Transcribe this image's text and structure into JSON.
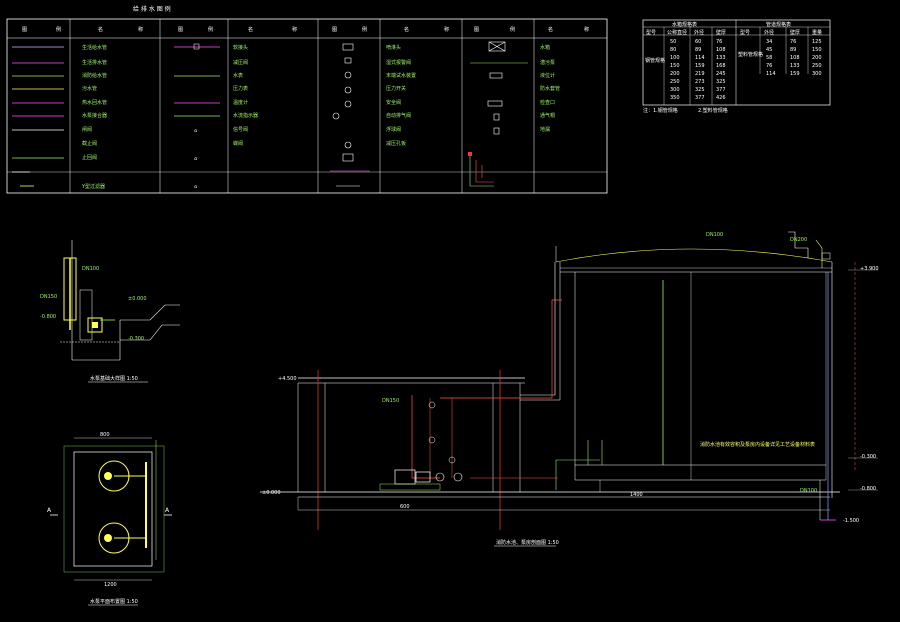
{
  "legend": {
    "title": "给 排 水 图 例",
    "headers": [
      "图",
      "例",
      "名",
      "称"
    ],
    "col1": [
      "生活给水管",
      "生活排水管",
      "消防给水管",
      "污水管",
      "热水回水管",
      "水泵接合器",
      "闸阀",
      "截止阀",
      "止回阀",
      "Y型过滤器"
    ],
    "col2": [
      "软接头",
      "减压阀",
      "水表",
      "压力表",
      "温度计",
      "水流指示器",
      "信号阀",
      "蝶阀"
    ],
    "col3": [
      "喷淋头",
      "湿式报警阀",
      "末端试水装置",
      "压力开关",
      "安全阀",
      "自动排气阀",
      "浮球阀",
      "减压孔板"
    ],
    "col4": [
      "水箱",
      "潜污泵",
      "液位计",
      "防水套管",
      "检查口",
      "通气帽",
      "地漏"
    ]
  },
  "spec_table": {
    "title_left": "水箱规格表",
    "title_right": "管道规格表",
    "header": [
      "型号",
      "公称直径",
      "外径",
      "壁厚",
      "型号",
      "外径",
      "壁厚",
      "重量"
    ],
    "row_label_left": "钢管规格",
    "row_label_right": "塑料管规格",
    "rows": [
      [
        "50",
        "60",
        "76"
      ],
      [
        "80",
        "89",
        "108"
      ],
      [
        "100",
        "114",
        "133"
      ],
      [
        "150",
        "159",
        "168"
      ],
      [
        "200",
        "219",
        "245"
      ],
      [
        "250",
        "273",
        "325"
      ],
      [
        "300",
        "325",
        "377"
      ],
      [
        "350",
        "377",
        "426"
      ]
    ],
    "rows_right": [
      [
        "34",
        "76",
        "125"
      ],
      [
        "45",
        "89",
        "150"
      ],
      [
        "58",
        "108",
        "200"
      ],
      [
        "76",
        "133",
        "250"
      ],
      [
        "114",
        "159",
        "300"
      ]
    ],
    "footnote1": "注：1.钢管规格",
    "footnote2": "2.塑料管规格"
  },
  "drawings": {
    "detail1_label": "水泵基础大样图 1:50",
    "detail2_label": "水泵平面布置图 1:50",
    "section_label": "消防水池、泵房剖面图 1:50",
    "section_mark": "A",
    "tank_note": "消防水池有效容积及泵房内设备详见工艺设备材料表",
    "dims": {
      "d1": "800",
      "d2": "1200",
      "d3": "600",
      "d4": "1400"
    },
    "elev_labels": [
      "+4.500",
      "+3.900",
      "±0.000",
      "-0.300",
      "-0.800",
      "-1.500"
    ]
  }
}
